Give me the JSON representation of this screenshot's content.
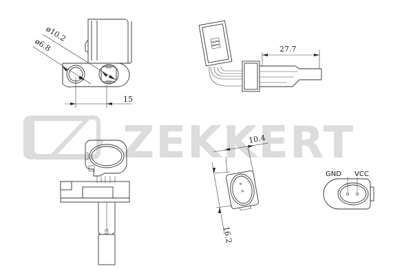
{
  "brand": {
    "logo_text": "ZEKKERT",
    "logo_color": "#dcdcdc"
  },
  "views": {
    "top_left": {
      "dim_outer_diameter": "ø10.2",
      "dim_inner_diameter": "ø6.8",
      "dim_spacing": "15"
    },
    "top_right": {
      "dim_length": "27.7"
    },
    "middle_connector": {
      "dim_width": "10.4",
      "dim_height": "16.2"
    },
    "pinout": {
      "pin_gnd": "GND",
      "pin_vcc": "VCC"
    }
  },
  "colors": {
    "line": "#333333",
    "watermark": "#dcdcdc",
    "background": "#ffffff"
  }
}
